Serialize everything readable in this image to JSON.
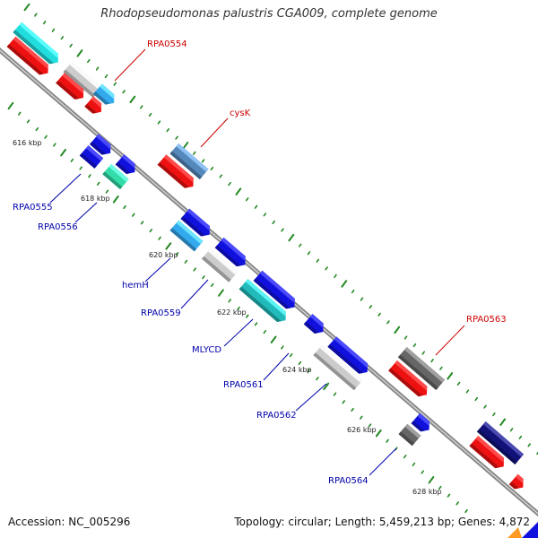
{
  "title": "Rhodopseudomonas palustris CGA009, complete genome",
  "footer": {
    "accession": "Accession: NC_005296",
    "summary": "Topology: circular; Length: 5,459,213 bp; Genes: 4,872"
  },
  "colors": {
    "red": "#ee1111",
    "blue": "#1111dd",
    "cyan": "#22dddd",
    "light_gray": "#cccccc",
    "dark_gray": "#666666",
    "steel_blue": "#5588bb",
    "sky_blue": "#33aaee",
    "teal": "#22bbbb",
    "mint": "#33ddaa",
    "navy": "#111177",
    "label_red": "#cc0000",
    "label_blue": "#0000aa",
    "tick_green": "#228822",
    "backbone": "#888888"
  },
  "kbp_labels": [
    "616 kbp",
    "618 kbp",
    "620 kbp",
    "622 kbp",
    "624 kbp",
    "626 kbp",
    "628 kbp"
  ],
  "gene_labels": [
    {
      "name": "rpa0554-label",
      "text": "RPA0554"
    },
    {
      "name": "cysk-label",
      "text": "cysK"
    },
    {
      "name": "rpa0555-label",
      "text": "RPA0555"
    },
    {
      "name": "rpa0556-label",
      "text": "RPA0556"
    },
    {
      "name": "hemh-label",
      "text": "hemH"
    },
    {
      "name": "rpa0559-label",
      "text": "RPA0559"
    },
    {
      "name": "mlycd-label",
      "text": "MLYCD"
    },
    {
      "name": "rpa0561-label",
      "text": "RPA0561"
    },
    {
      "name": "rpa0562-label",
      "text": "RPA0562"
    },
    {
      "name": "rpa0563-label",
      "text": "RPA0563"
    },
    {
      "name": "rpa0564-label",
      "text": "RPA0564"
    }
  ]
}
